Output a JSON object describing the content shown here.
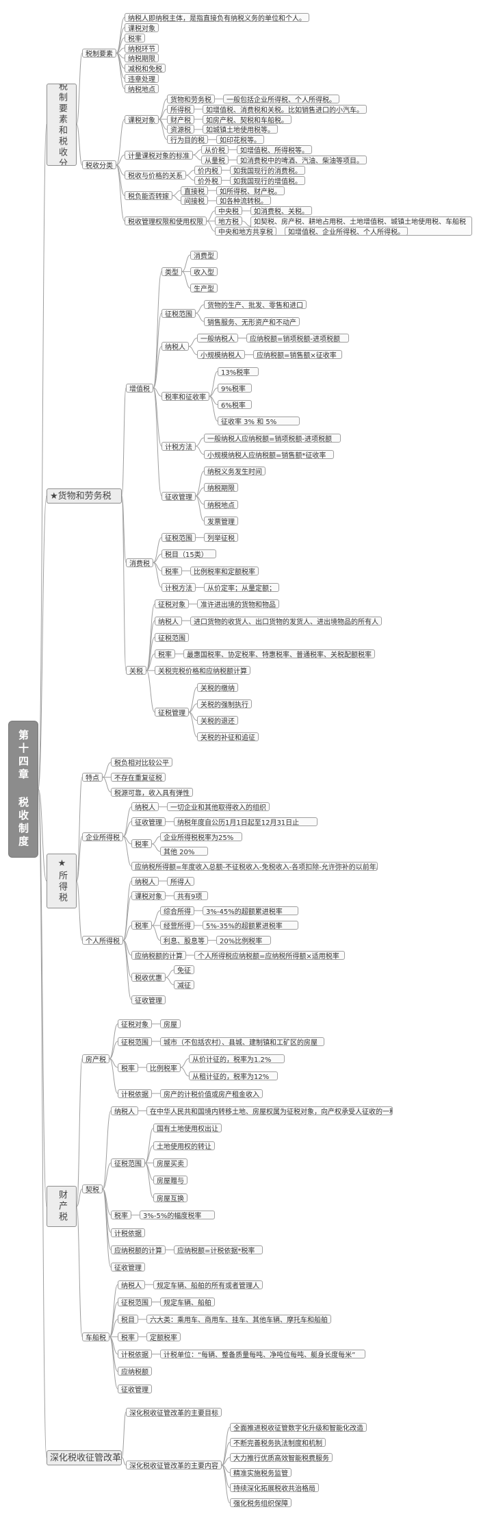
{
  "root": {
    "label": "第十四章 税收制度"
  },
  "branches": [
    {
      "id": "b1",
      "label": "★税制要素和税收分类",
      "children": [
        {
          "id": "b1a",
          "label": "税制要素",
          "children": [
            {
              "label": "纳税人即纳税主体，是指直接负有纳税义务的单位和个人。"
            },
            {
              "label": "课税对象"
            },
            {
              "label": "税率"
            },
            {
              "label": "纳税环节"
            },
            {
              "label": "纳税期限"
            },
            {
              "label": "减税和免税"
            },
            {
              "label": "违章处理"
            },
            {
              "label": "纳税地点"
            }
          ]
        },
        {
          "id": "b1b",
          "label": "税收分类",
          "children": [
            {
              "label": "课税对象",
              "children": [
                {
                  "label": "货物和劳务税",
                  "children": [
                    {
                      "label": "一般包括企业所得税、个人所得税。"
                    }
                  ]
                },
                {
                  "label": "所得税",
                  "children": [
                    {
                      "label": "如增值税、消费税和关税。比如销售进口的小汽车。"
                    }
                  ]
                },
                {
                  "label": "财产税",
                  "children": [
                    {
                      "label": "如房产税、契税和车船税。"
                    }
                  ]
                },
                {
                  "label": "资源税",
                  "children": [
                    {
                      "label": "如城镇土地使用税等。"
                    }
                  ]
                },
                {
                  "label": "行为目的税",
                  "children": [
                    {
                      "label": "如印花税等。"
                    }
                  ]
                }
              ]
            },
            {
              "label": "计量课税对象的标准",
              "children": [
                {
                  "label": "从价税",
                  "children": [
                    {
                      "label": "如增值税、所得税等。"
                    }
                  ]
                },
                {
                  "label": "从量税",
                  "children": [
                    {
                      "label": "如消费税中的啤酒、汽油、柴油等项目。"
                    }
                  ]
                }
              ]
            },
            {
              "label": "税收与价格的关系",
              "children": [
                {
                  "label": "价内税",
                  "children": [
                    {
                      "label": "如我国现行的消费税。"
                    }
                  ]
                },
                {
                  "label": "价外税",
                  "children": [
                    {
                      "label": "如我国现行的增值税。"
                    }
                  ]
                }
              ]
            },
            {
              "label": "税负能否转嫁",
              "children": [
                {
                  "label": "直接税",
                  "children": [
                    {
                      "label": "如所得税、财产税。"
                    }
                  ]
                },
                {
                  "label": "间接税",
                  "children": [
                    {
                      "label": "如各种流转税。"
                    }
                  ]
                }
              ]
            },
            {
              "label": "税收管理权限和使用权限",
              "children": [
                {
                  "label": "中央税",
                  "children": [
                    {
                      "label": "如消费税、关税。"
                    }
                  ]
                },
                {
                  "label": "地方税",
                  "children": [
                    {
                      "label": "如契税、房产税、耕地占用税、土地增值税、城镇土地使用税、车船税等。"
                    }
                  ]
                },
                {
                  "label": "中央和地方共享税",
                  "children": [
                    {
                      "label": "如增值税、企业所得税、个人所得税。"
                    }
                  ]
                }
              ]
            }
          ]
        }
      ]
    },
    {
      "id": "b2",
      "label": "★货物和劳务税",
      "children": [
        {
          "label": "增值税",
          "children": [
            {
              "label": "类型",
              "children": [
                {
                  "label": "消费型"
                },
                {
                  "label": "收入型"
                },
                {
                  "label": "生产型"
                }
              ]
            },
            {
              "label": "征税范围",
              "children": [
                {
                  "label": "货物的生产、批发、零售和进口"
                },
                {
                  "label": "销售服务、无形资产和不动产"
                }
              ]
            },
            {
              "label": "纳税人",
              "children": [
                {
                  "label": "一般纳税人",
                  "children": [
                    {
                      "label": "应纳税额=销项税额-进项税额"
                    }
                  ]
                },
                {
                  "label": "小规模纳税人",
                  "children": [
                    {
                      "label": "应纳税额=销售额×征收率"
                    }
                  ]
                }
              ]
            },
            {
              "label": "税率和征收率",
              "children": [
                {
                  "label": "13%税率"
                },
                {
                  "label": "9%税率"
                },
                {
                  "label": "6%税率"
                },
                {
                  "label": "征收率 3% 和 5%"
                }
              ]
            },
            {
              "label": "计税方法",
              "children": [
                {
                  "label": "一般纳税人应纳税额=销项税额-进项税额"
                },
                {
                  "label": "小规模纳税人应纳税额=销售额*征收率"
                }
              ]
            },
            {
              "label": "征收管理",
              "children": [
                {
                  "label": "纳税义务发生时间"
                },
                {
                  "label": "纳税期限"
                },
                {
                  "label": "纳税地点"
                },
                {
                  "label": "发票管理"
                }
              ]
            }
          ]
        },
        {
          "label": "消费税",
          "children": [
            {
              "label": "征税范围",
              "children": [
                {
                  "label": "列举征税"
                }
              ]
            },
            {
              "label": "税目（15类）"
            },
            {
              "label": "税率",
              "children": [
                {
                  "label": "比例税率和定额税率"
                }
              ]
            },
            {
              "label": "计税方法",
              "children": [
                {
                  "label": "从价定率；从量定额；"
                }
              ]
            }
          ]
        },
        {
          "label": "关税",
          "children": [
            {
              "label": "征税对象",
              "children": [
                {
                  "label": "准许进出境的货物和物品"
                }
              ]
            },
            {
              "label": "纳税人",
              "children": [
                {
                  "label": "进口货物的收货人、出口货物的发货人、进出境物品的所有人"
                }
              ]
            },
            {
              "label": "征税范围"
            },
            {
              "label": "税率",
              "children": [
                {
                  "label": "最惠国税率、协定税率、特惠税率、普通税率、关税配额税率"
                }
              ]
            },
            {
              "label": "关税完税价格和应纳税额计算"
            },
            {
              "label": "征税管理",
              "children": [
                {
                  "label": "关税的缴纳"
                },
                {
                  "label": "关税的强制执行"
                },
                {
                  "label": "关税的退还"
                },
                {
                  "label": "关税的补征和追征"
                }
              ]
            }
          ]
        }
      ]
    },
    {
      "id": "b3",
      "label": "★所得税",
      "children": [
        {
          "label": "特点",
          "children": [
            {
              "label": "税负相对比较公平"
            },
            {
              "label": "不存在重复征税"
            },
            {
              "label": "税源可靠，收入具有弹性"
            }
          ]
        },
        {
          "label": "企业所得税",
          "children": [
            {
              "label": "纳税人",
              "children": [
                {
                  "label": "一切企业和其他取得收入的组织"
                }
              ]
            },
            {
              "label": "征收管理",
              "children": [
                {
                  "label": "纳税年度自公历1月1日起至12月31日止"
                }
              ]
            },
            {
              "label": "税率",
              "children": [
                {
                  "label": "企业所得税税率为25%"
                },
                {
                  "label": "其他 20%"
                }
              ]
            },
            {
              "label": "应纳税所得额=年度收入总额-不征税收入-免税收入-各项扣除-允许弥补的以前年度亏损"
            }
          ]
        },
        {
          "label": "个人所得税",
          "children": [
            {
              "label": "纳税人",
              "children": [
                {
                  "label": "所得人"
                }
              ]
            },
            {
              "label": "课税对象",
              "children": [
                {
                  "label": "共有9项"
                }
              ]
            },
            {
              "label": "税率",
              "children": [
                {
                  "label": "综合所得",
                  "children": [
                    {
                      "label": "3%-45%的超额累进税率"
                    }
                  ]
                },
                {
                  "label": "经营所得",
                  "children": [
                    {
                      "label": "5%-35%的超额累进税率"
                    }
                  ]
                },
                {
                  "label": "利息、股息等",
                  "children": [
                    {
                      "label": "20%比例税率"
                    }
                  ]
                }
              ]
            },
            {
              "label": "应纳税额的计算",
              "children": [
                {
                  "label": "个人所得税应纳税额=应纳税所得额×适用税率"
                }
              ]
            },
            {
              "label": "税收优惠",
              "children": [
                {
                  "label": "免征"
                },
                {
                  "label": "减征"
                }
              ]
            },
            {
              "label": "征收管理"
            }
          ]
        }
      ]
    },
    {
      "id": "b4",
      "label": "财产税",
      "children": [
        {
          "label": "房产税",
          "children": [
            {
              "label": "征税对象",
              "children": [
                {
                  "label": "房屋"
                }
              ]
            },
            {
              "label": "征税范围",
              "children": [
                {
                  "label": "城市（不包括农村）、县城、建制镇和工矿区的房屋"
                }
              ]
            },
            {
              "label": "税率",
              "children": [
                {
                  "label": "比例税率",
                  "children": [
                    {
                      "label": "从价计征的，税率为1.2%"
                    },
                    {
                      "label": "从租计征的，税率为12%"
                    }
                  ]
                }
              ]
            },
            {
              "label": "计税依据",
              "children": [
                {
                  "label": "房产的计税价值或房产租金收入"
                }
              ]
            }
          ]
        },
        {
          "label": "契税",
          "children": [
            {
              "label": "纳税人",
              "children": [
                {
                  "label": "在中华人民共和国境内转移土地、房屋权属为征税对象，向产权承受人征收的一种财产税"
                }
              ]
            },
            {
              "label": "征税范围",
              "children": [
                {
                  "label": "国有土地使用权出让"
                },
                {
                  "label": "土地使用权的转让"
                },
                {
                  "label": "房屋买卖"
                },
                {
                  "label": "房屋赠与"
                },
                {
                  "label": "房屋互换"
                }
              ]
            },
            {
              "label": "税率",
              "children": [
                {
                  "label": "3%-5%的幅度税率"
                }
              ]
            },
            {
              "label": "计税依据"
            },
            {
              "label": "应纳税额的计算",
              "children": [
                {
                  "label": "应纳税额=计税依据*税率"
                }
              ]
            },
            {
              "label": "征收管理"
            }
          ]
        },
        {
          "label": "车船税",
          "children": [
            {
              "label": "纳税人",
              "children": [
                {
                  "label": "规定车辆、船舶的所有或者管理人"
                }
              ]
            },
            {
              "label": "征税范围",
              "children": [
                {
                  "label": "规定车辆、船舶"
                }
              ]
            },
            {
              "label": "税目",
              "children": [
                {
                  "label": "六大类：乘用车、商用车、挂车、其他车辆、摩托车和船舶"
                }
              ]
            },
            {
              "label": "税率",
              "children": [
                {
                  "label": "定额税率"
                }
              ]
            },
            {
              "label": "计税依据",
              "children": [
                {
                  "label": "计税单位：“每辆、整备质量每吨、净吨位每吨、艇身长度每米”"
                }
              ]
            },
            {
              "label": "应纳税额"
            },
            {
              "label": "征收管理"
            }
          ]
        }
      ]
    },
    {
      "id": "b5",
      "label": "深化税收征管改革",
      "children": [
        {
          "label": "深化税收征管改革的主要目标"
        },
        {
          "label": "深化税收征管改革的主要内容",
          "children": [
            {
              "label": "全面推进税收征管数字化升级和智能化改造"
            },
            {
              "label": "不断完善税务执法制度和机制"
            },
            {
              "label": "大力推行优质高效智能税费服务"
            },
            {
              "label": "精准实施税务监管"
            },
            {
              "label": "持续深化拓展税收共治格局"
            },
            {
              "label": "强化税务组织保障"
            }
          ]
        }
      ]
    }
  ]
}
